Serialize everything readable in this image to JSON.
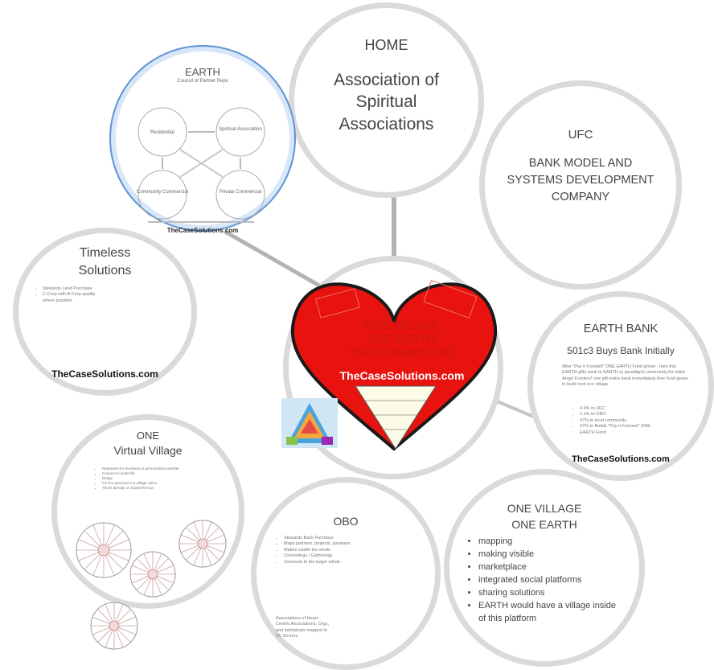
{
  "home": {
    "title": "HOME",
    "subtitle": "Association of Spiritual Associations"
  },
  "ufc": {
    "title": "UFC",
    "subtitle": "BANK MODEL AND SYSTEMS DEVELOPMENT COMPANY"
  },
  "earth": {
    "title": "EARTH",
    "subtitle": "Council of Partner Reps",
    "nodes": [
      "Residential",
      "Spiritual Association",
      "Community Commercial",
      "Private Commercial"
    ],
    "watermark": "TheCaseSolutions.com"
  },
  "timeless": {
    "title_line1": "Timeless",
    "title_line2": "Solutions",
    "bullets": [
      "Stewards Land Purchase",
      "C-Corp with B-Corp qualify where possible"
    ],
    "watermark": "TheCaseSolutions.com"
  },
  "center": {
    "line1": "ONE VILLAGE",
    "line2": "ONE EARTH",
    "line3": "\"Pay it Forward\" FUND",
    "watermark": "TheCaseSolutions.com",
    "colors": {
      "heart": "#e8120f",
      "heart_outline": "#1a1a1a",
      "text": "#c41a16"
    }
  },
  "earth_bank": {
    "title": "EARTH BANK",
    "subtitle": "501c3 Buys Bank Initially",
    "body": "After \"Pay it Forward\" ONE EARTH Fund grows - then this EARTH gifts bank to EARTH (a paradigm) community for initial Angel Funders! one gift entire bank immediately then fund grows to build next eco village",
    "bullets": [
      "4.9% to UFC",
      "1.1% to OBO",
      "47% to local community",
      "47% to Builds \"Pay it Forward\" ONE EARTH Fund"
    ],
    "watermark": "TheCaseSolutions.com"
  },
  "virtual_village": {
    "title_line1": "ONE",
    "title_line2": "Virtual Village",
    "bullets": [
      "Represent for members to personalized website",
      "Connect to world life",
      "Bridge",
      "For the personal eco-village vision",
      "Those already on board the tour"
    ]
  },
  "obo": {
    "title": "OBO",
    "bullets": [
      "Stewards Bank Purchase",
      "Maps partners, projects, passions",
      "Makes visible the whole",
      "Convenings / Gatherings",
      "Connects to the larger whole"
    ],
    "footer": "Associations of Heart-Centric Associations, Orgs, and Individuals mapped in 7C Sectors"
  },
  "ove": {
    "title_line1": "ONE VILLAGE",
    "title_line2": "ONE EARTH",
    "bullets": [
      "mapping",
      "making visible",
      "marketplace",
      "integrated social platforms",
      "sharing solutions",
      "EARTH would have a village inside of this platform"
    ]
  }
}
